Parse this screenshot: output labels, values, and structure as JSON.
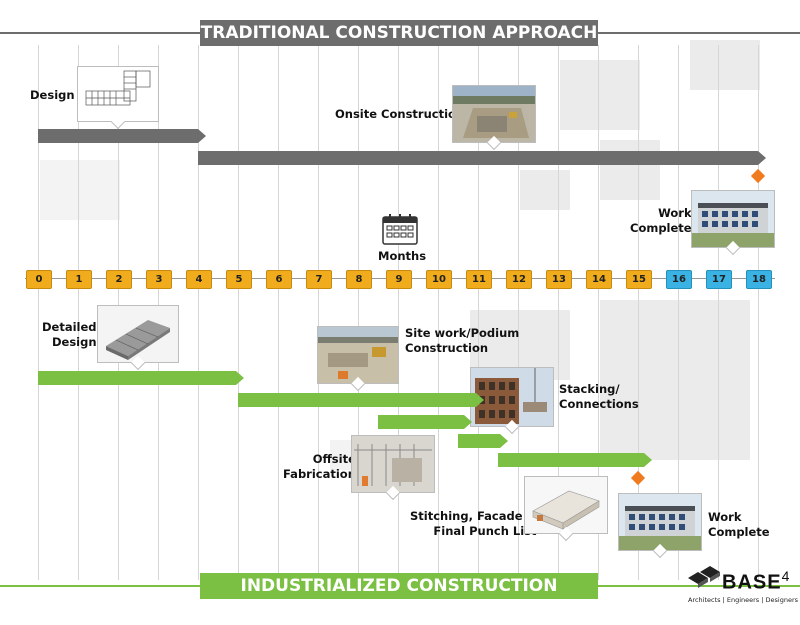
{
  "header": {
    "title": "TRADITIONAL CONSTRUCTION APPROACH"
  },
  "footer": {
    "title": "INDUSTRIALIZED CONSTRUCTION APPROACH"
  },
  "timeline": {
    "unit_label": "Months",
    "ticks": [
      "0",
      "1",
      "2",
      "3",
      "4",
      "5",
      "6",
      "7",
      "8",
      "9",
      "10",
      "11",
      "12",
      "13",
      "14",
      "15",
      "16",
      "17",
      "18"
    ],
    "tick_color": "#f0ac1c",
    "highlight_color": "#3ab2e3",
    "highlight_from": 16
  },
  "traditional": {
    "bar_color": "#6d6d6d",
    "design_label": "Design",
    "onsite_label": "Onsite Construction",
    "complete_label_1": "Work",
    "complete_label_2": "Complete",
    "bars": [
      {
        "start": 0,
        "end": 4
      },
      {
        "start": 4,
        "end": 18
      }
    ],
    "milestone_month": 18
  },
  "industrialized": {
    "bar_color": "#7bc043",
    "detailed_design_1": "Detailed",
    "detailed_design_2": "Design",
    "sitework_1": "Site work/Podium",
    "sitework_2": "Construction",
    "stacking_1": "Stacking/",
    "stacking_2": "Connections",
    "offsite_1": "Offsite",
    "offsite_2": "Fabrication",
    "stitching_1": "Stitching, Facade &",
    "stitching_2": "Final Punch List",
    "complete_label_1": "Work",
    "complete_label_2": "Complete",
    "bars": [
      {
        "start": 0,
        "end": 5
      },
      {
        "start": 5,
        "end": 11
      },
      {
        "start": 8.5,
        "end": 10.7
      },
      {
        "start": 10.5,
        "end": 11.6
      },
      {
        "start": 11.5,
        "end": 15.2
      }
    ],
    "milestone_month": 15
  },
  "logo": {
    "name": "BASE",
    "superscript": "4",
    "tagline": "Architects | Engineers | Designers"
  }
}
